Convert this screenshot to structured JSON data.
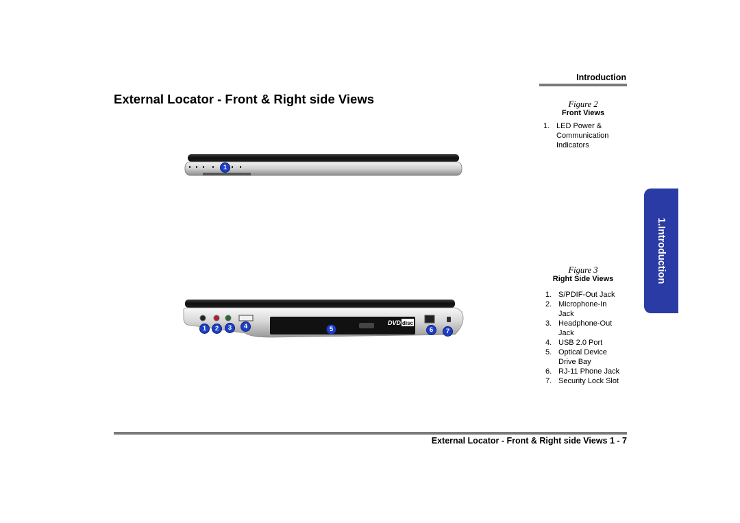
{
  "header": {
    "section": "Introduction"
  },
  "page": {
    "title": "External Locator - Front & Right side Views"
  },
  "figure2": {
    "number": "Figure 2",
    "title": "Front  Views",
    "items": [
      {
        "n": "1.",
        "text": "LED Power & Communication Indicators"
      }
    ],
    "callouts": [
      "1"
    ]
  },
  "figure3": {
    "number": "Figure 3",
    "title": "Right Side Views",
    "items": [
      {
        "n": "1.",
        "text": "S/PDIF-Out Jack"
      },
      {
        "n": "2.",
        "text": "Microphone-In Jack"
      },
      {
        "n": "3.",
        "text": "Headphone-Out Jack"
      },
      {
        "n": "4.",
        "text": "USB 2.0 Port"
      },
      {
        "n": "5.",
        "text": "Optical Device Drive Bay"
      },
      {
        "n": "6.",
        "text": "RJ-11 Phone Jack"
      },
      {
        "n": "7.",
        "text": "Security Lock Slot"
      }
    ],
    "callouts": [
      "1",
      "2",
      "3",
      "4",
      "5",
      "6",
      "7"
    ],
    "dvd_logo_text": "DVD",
    "disc_logo_text": "disc"
  },
  "side_tab": {
    "label": "1.Introduction"
  },
  "footer": {
    "text": "External Locator - Front & Right side Views 1  -  7"
  },
  "colors": {
    "accent": "#2b3ba5",
    "callout": "#1e3fc4",
    "rule": "#7a7a7a"
  }
}
